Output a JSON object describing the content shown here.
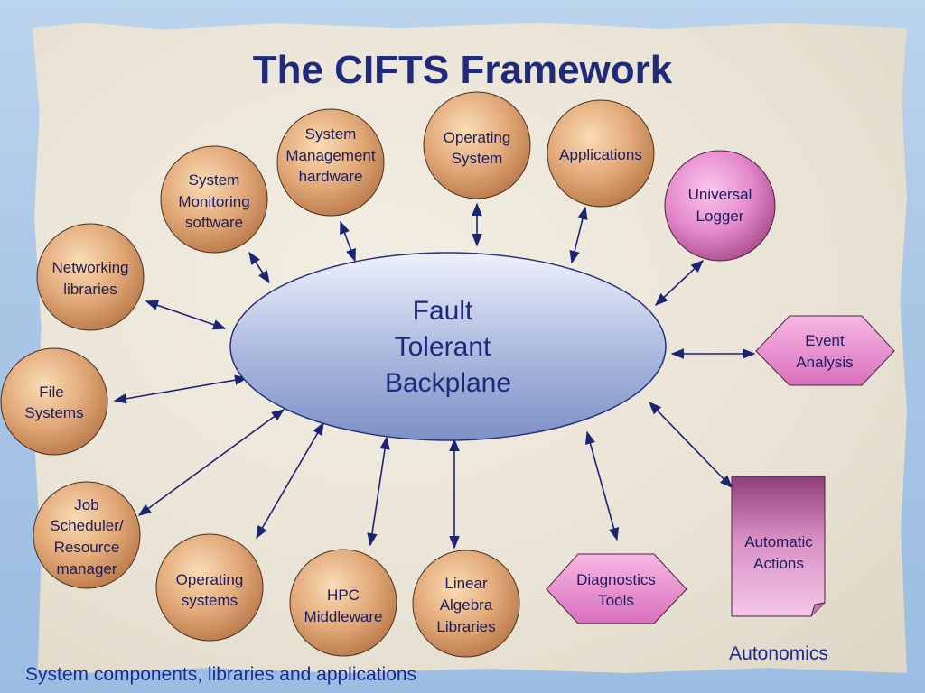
{
  "title": "The CIFTS Framework",
  "backplane": {
    "lines": [
      "Fault",
      "Tolerant",
      "Backplane"
    ]
  },
  "nodes": {
    "system_management": [
      "System",
      "Management",
      "hardware"
    ],
    "operating_system": [
      "Operating",
      "System"
    ],
    "applications": [
      "Applications"
    ],
    "system_monitoring": [
      "System",
      "Monitoring",
      "software"
    ],
    "networking": [
      "Networking",
      "libraries"
    ],
    "file_systems": [
      "File",
      "Systems"
    ],
    "job_scheduler": [
      "Job",
      "Scheduler/",
      "Resource",
      "manager"
    ],
    "operating_systems": [
      "Operating",
      "systems"
    ],
    "hpc_middleware": [
      "HPC",
      "Middleware"
    ],
    "linear_algebra": [
      "Linear",
      "Algebra",
      "Libraries"
    ],
    "universal_logger": [
      "Universal",
      "Logger"
    ],
    "event_analysis": [
      "Event",
      "Analysis"
    ],
    "automatic_actions": [
      "Automatic",
      "Actions"
    ],
    "diagnostics_tools": [
      "Diagnostics",
      "Tools"
    ]
  },
  "captions": {
    "autonomics": "Autonomics",
    "components": "System components, libraries and applications"
  },
  "colors": {
    "title": "#1f2a7a",
    "component_fill": "#e2a978",
    "autonomics_fill": "#e58acb",
    "backplane_fill": "#aab8de",
    "background": "#a9c6e6"
  }
}
